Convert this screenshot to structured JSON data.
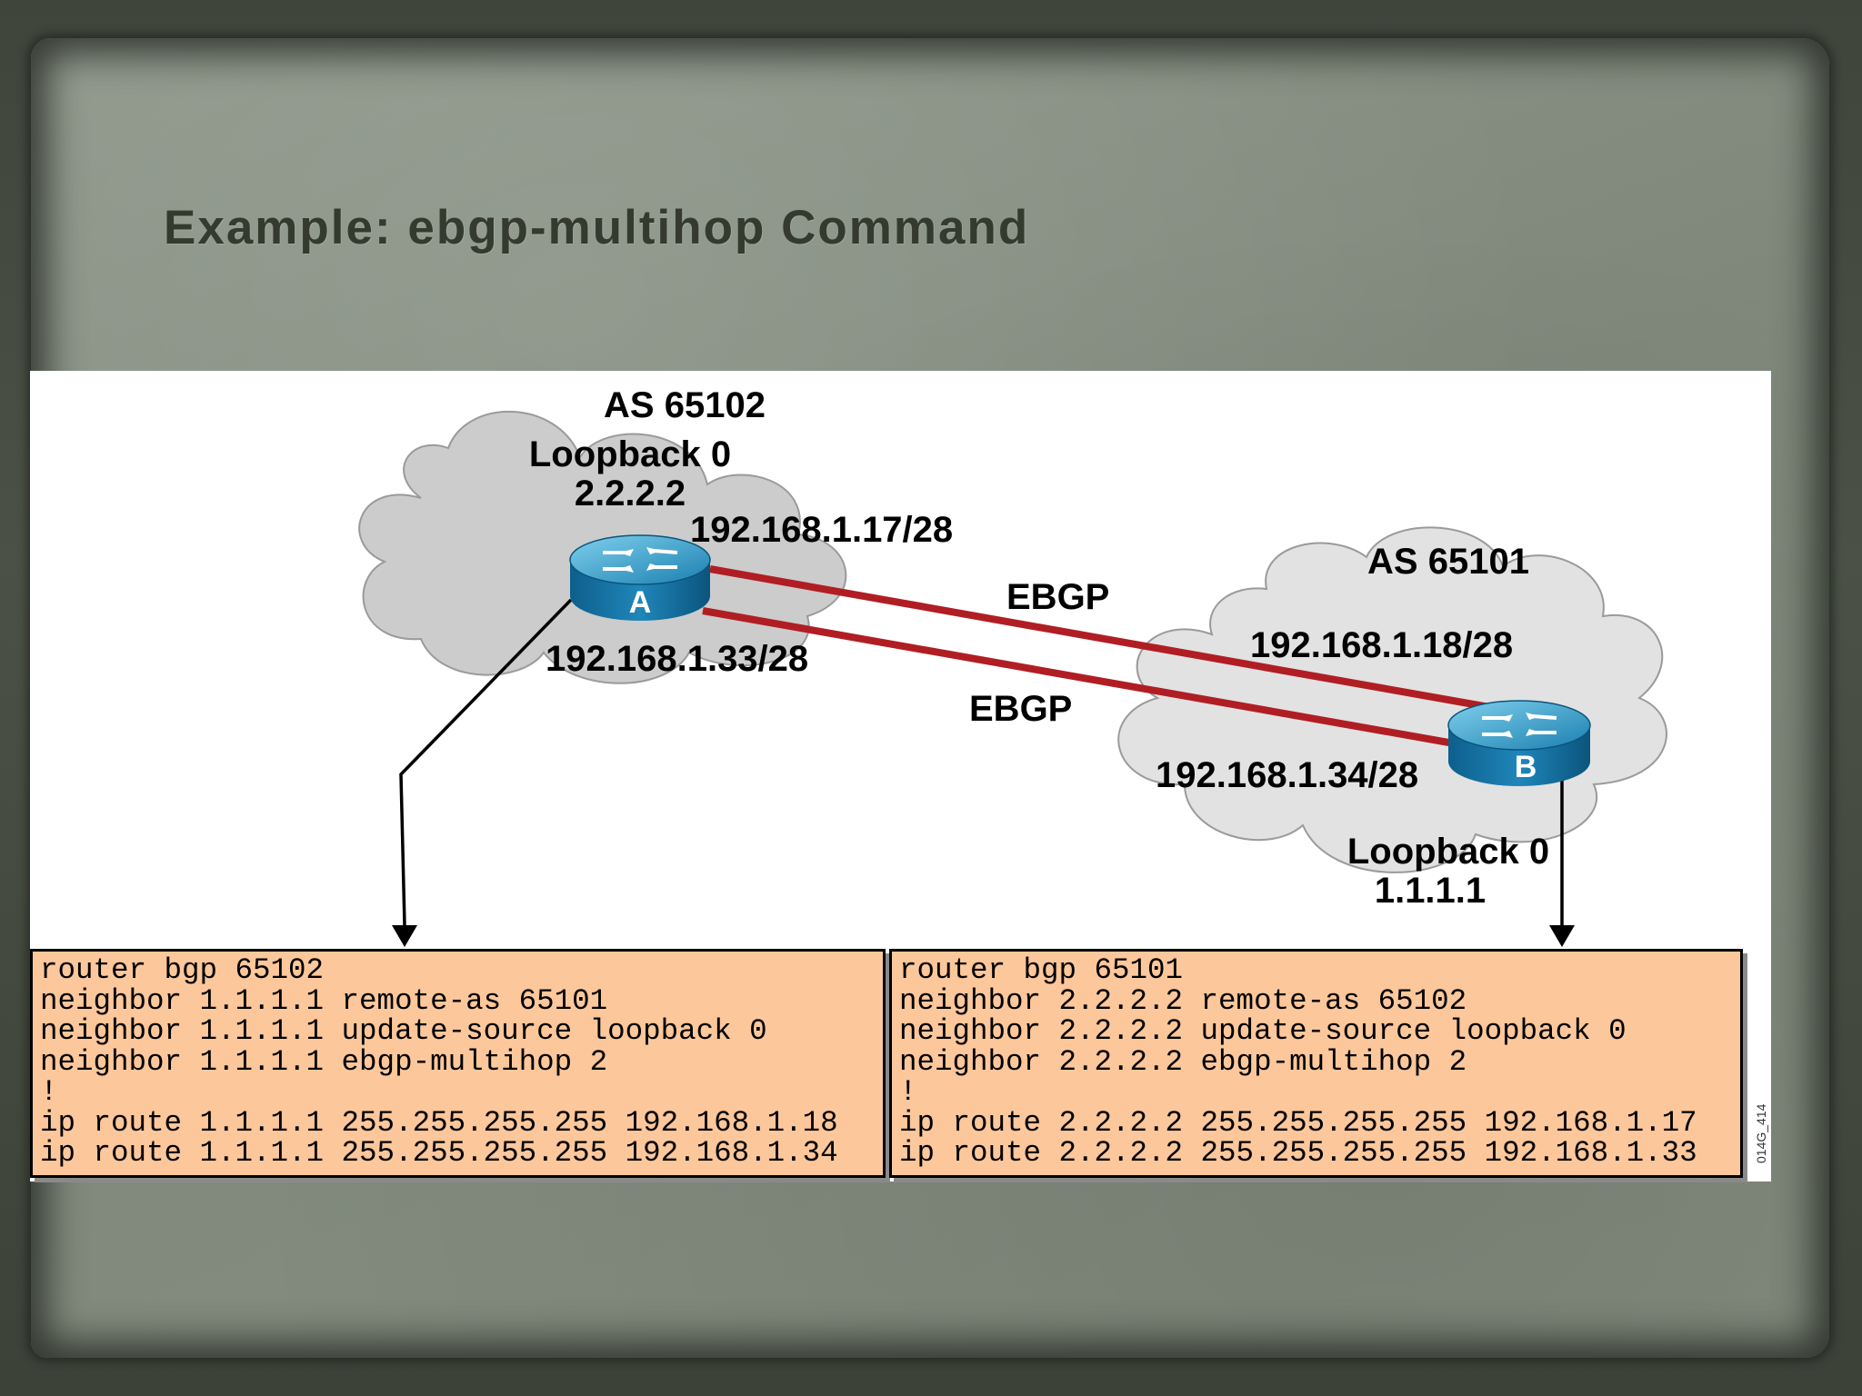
{
  "slide": {
    "title": "Example: ebgp-multihop Command"
  },
  "diagram": {
    "as_a_label": "AS 65102",
    "as_b_label": "AS 65101",
    "router_a": {
      "label": "A",
      "loopback_name": "Loopback 0",
      "loopback_ip": "2.2.2.2",
      "ip_upper": "192.168.1.17/28",
      "ip_lower": "192.168.1.33/28"
    },
    "router_b": {
      "label": "B",
      "loopback_name": "Loopback 0",
      "loopback_ip": "1.1.1.1",
      "ip_upper": "192.168.1.18/28",
      "ip_lower": "192.168.1.34/28"
    },
    "link_upper_label": "EBGP",
    "link_lower_label": "EBGP",
    "link_color": "#b01e24",
    "figure_id": "014G_414"
  },
  "config_a": {
    "lines": [
      "router bgp 65102",
      "neighbor 1.1.1.1 remote-as 65101",
      "neighbor 1.1.1.1 update-source loopback 0",
      "neighbor 1.1.1.1 ebgp-multihop 2",
      "!",
      "ip route 1.1.1.1 255.255.255.255 192.168.1.18",
      "ip route 1.1.1.1 255.255.255.255 192.168.1.34"
    ]
  },
  "config_b": {
    "lines": [
      "router bgp 65101",
      "neighbor 2.2.2.2 remote-as 65102",
      "neighbor 2.2.2.2 update-source loopback 0",
      "neighbor 2.2.2.2 ebgp-multihop 2",
      "!",
      "ip route 2.2.2.2 255.255.255.255 192.168.1.17",
      "ip route 2.2.2.2 255.255.255.255 192.168.1.33"
    ]
  }
}
